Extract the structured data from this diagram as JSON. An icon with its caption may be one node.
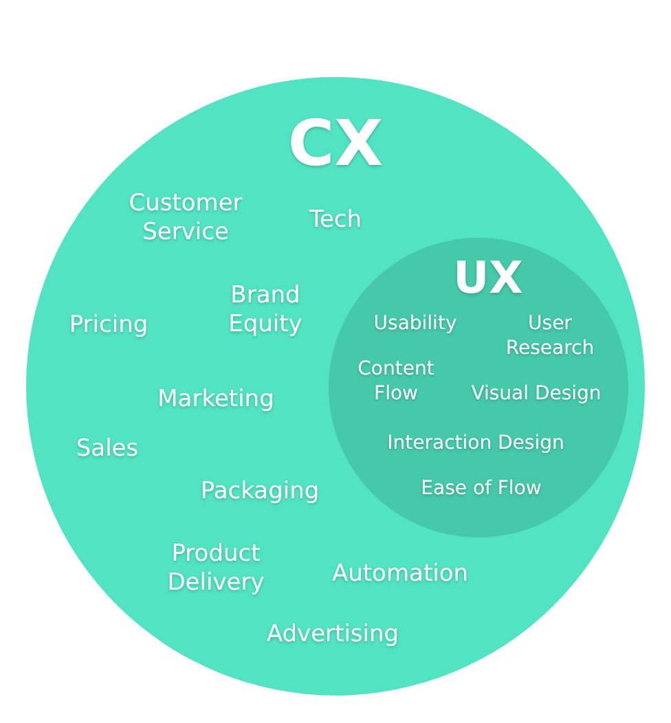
{
  "diagram": {
    "nodes": [
      {
        "text": [
          "CX",
          "Customer Service",
          "Tech",
          "Pricing",
          "Brand Equity",
          "Marketing",
          "Sales",
          "Packaging",
          "Product Delivery",
          "Automation",
          "Advertising"
        ]
      },
      {
        "text": [
          "UX",
          "Usability",
          "User Research",
          "Content Flow",
          "Visual Design",
          "Interaction Design",
          "Ease of Flow"
        ],
        "in": 0
      }
    ]
  }
}
